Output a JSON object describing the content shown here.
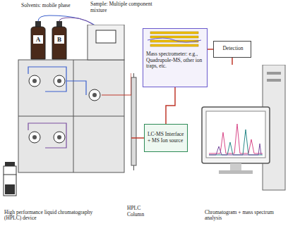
{
  "diagram": {
    "nodes": [
      {
        "text": [
          "High performance liquid chromatography (HPLC) device"
        ]
      },
      {
        "text": [
          "Mass spectrometer: e.g., Quadrupole-MS, other ion traps, etc."
        ]
      },
      {
        "text": [
          "Detection"
        ]
      },
      {
        "text": [
          "LC-MS Interface + MS Ion source"
        ]
      },
      {
        "text": [
          "Chromatogram + mass spectrum analysis"
        ]
      }
    ],
    "edges": [
      {
        "from": 0,
        "to": 3,
        "arrow": "none"
      },
      {
        "from": 3,
        "to": 1,
        "arrow": "none"
      },
      {
        "from": 1,
        "to": 2,
        "arrow": "none"
      },
      {
        "from": 2,
        "to": 4,
        "arrow": "none"
      }
    ],
    "labels": [
      "Solvents: mobile phase",
      "Sample: Multiple component mixture",
      "A",
      "B",
      "HPLC Column"
    ]
  }
}
